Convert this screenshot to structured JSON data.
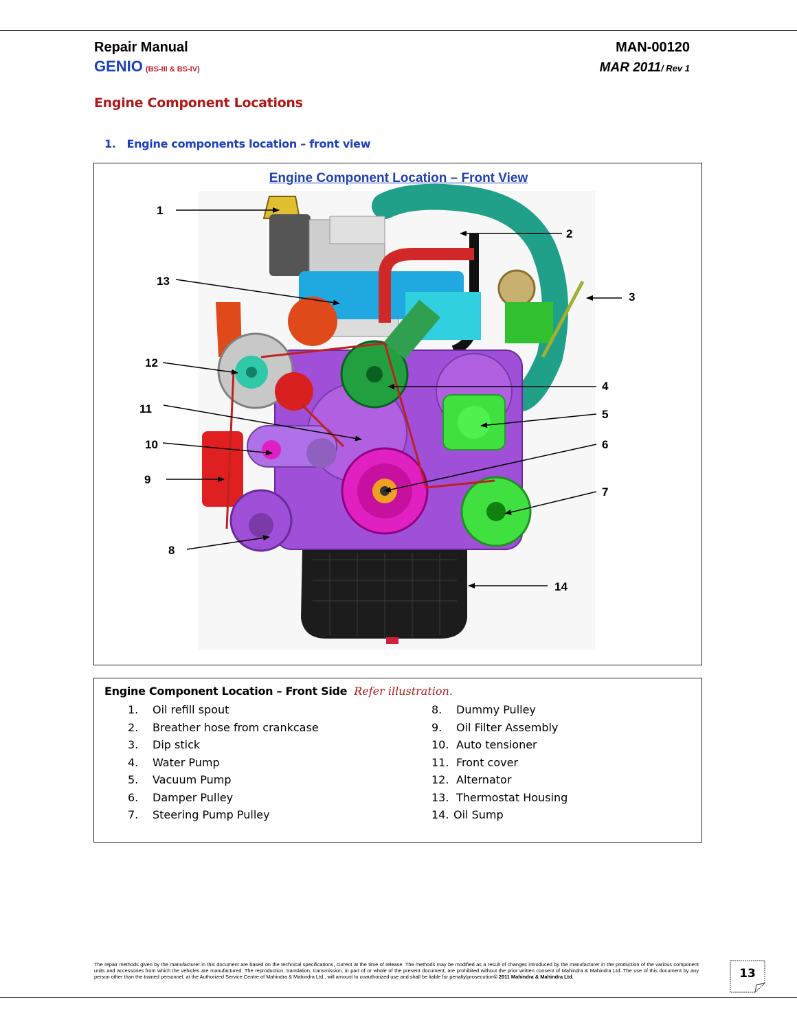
{
  "header": {
    "doc_type": "Repair Manual",
    "model": "GENIO",
    "model_variant": "(BS-III & BS-IV)",
    "doc_number": "MAN-00120",
    "date": "MAR 2011",
    "revision": "/ Rev 1"
  },
  "section_title": "Engine Component Locations",
  "subsection": {
    "number": "1.",
    "title": "Engine components location – front view"
  },
  "figure": {
    "title": "Engine Component Location – Front View",
    "callouts": [
      "1",
      "2",
      "3",
      "4",
      "5",
      "6",
      "7",
      "8",
      "9",
      "10",
      "11",
      "12",
      "13",
      "14"
    ]
  },
  "legend": {
    "heading": "Engine Component Location – Front Side",
    "note": "Refer illustration.",
    "left_items": [
      {
        "num": "1.",
        "label": "Oil refill spout"
      },
      {
        "num": "2.",
        "label": "Breather hose from crankcase"
      },
      {
        "num": "3.",
        "label": "Dip stick"
      },
      {
        "num": "4.",
        "label": "Water Pump"
      },
      {
        "num": "5.",
        "label": "Vacuum Pump"
      },
      {
        "num": "6.",
        "label": "Damper Pulley"
      },
      {
        "num": "7.",
        "label": "Steering Pump Pulley"
      }
    ],
    "right_items": [
      {
        "num": "8.",
        "label": "Dummy Pulley"
      },
      {
        "num": "9.",
        "label": "Oil Filter Assembly"
      },
      {
        "num": "10.",
        "label": "Auto tensioner"
      },
      {
        "num": "11.",
        "label": "Front cover"
      },
      {
        "num": "12.",
        "label": "Alternator"
      },
      {
        "num": "13.",
        "label": "Thermostat Housing"
      },
      {
        "num": "14.",
        "label": "Oil Sump"
      }
    ]
  },
  "footer": {
    "disclaimer": "The repair methods given by the manufacturer in this document are based on the technical specifications, current at the time of release. The methods may be modified as a result of changes introduced by the manufacturer in the production of the various component units and accessories from which the vehicles are manufactured. The reproduction, translation, transmission, in part of or whole of the present document, are prohibited without the prior written consent of Mahindra & Mahindra Ltd. The use of this document by any person other than the trained personnel, at the Authorized Service Centre of Mahindra & Mahindra Ltd., will amount to unauthorized use and shall be liable for penalty/prosecution",
    "copyright": "© 2011 Mahindra & Mahindra Ltd.",
    "page_number": "13"
  },
  "colors": {
    "brand_blue": "#1f3fbf",
    "heading_red": "#b01818",
    "front_cover_purple": "#a050d8",
    "pulley_magenta": "#e020c0",
    "water_pump_green": "#22a040",
    "vacuum_pump_green": "#40e040",
    "hose_teal": "#20a088",
    "oil_filter_red": "#e02020",
    "sump_black": "#1a1a1a"
  }
}
